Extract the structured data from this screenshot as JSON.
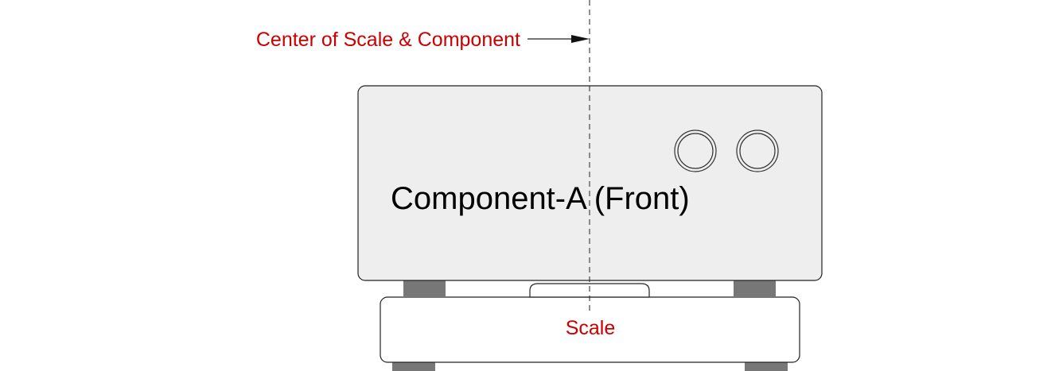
{
  "annotation": {
    "center_label": "Center of Scale & Component"
  },
  "component": {
    "label": "Component-A (Front)",
    "knobs": 2,
    "feet": 2
  },
  "scale": {
    "label": "Scale",
    "feet": 2
  },
  "colors": {
    "annotation_red": "#cc0000",
    "component_fill": "#eeeeee",
    "scale_fill": "#ffffff",
    "outline": "#222222",
    "foot_fill": "#777777",
    "knob_stroke": "#333333",
    "text_dark": "#000000"
  }
}
